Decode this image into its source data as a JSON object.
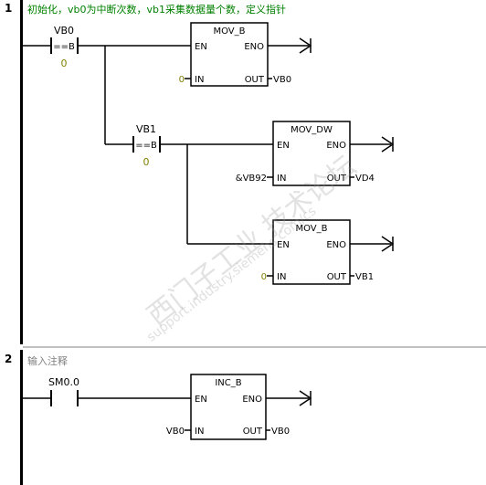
{
  "colors": {
    "comment_green": "#008000",
    "comment_gray": "#808080",
    "param_green": "#808000",
    "separator": "#c0c0c0"
  },
  "networks": [
    {
      "number": "1",
      "comment": "初始化，vb0为中断次数，vb1采集数据量个数，定义指针",
      "contacts": [
        {
          "operand": "VB0",
          "op": "==B",
          "param": "0"
        },
        {
          "operand": "VB1",
          "op": "==B",
          "param": "0"
        }
      ],
      "boxes": [
        {
          "title": "MOV_B",
          "en": "EN",
          "eno": "ENO",
          "in_label": "IN",
          "out_label": "OUT",
          "in_value": "0",
          "out_value": "VB0"
        },
        {
          "title": "MOV_DW",
          "en": "EN",
          "eno": "ENO",
          "in_label": "IN",
          "out_label": "OUT",
          "in_value": "&VB92",
          "out_value": "VD4"
        },
        {
          "title": "MOV_B",
          "en": "EN",
          "eno": "ENO",
          "in_label": "IN",
          "out_label": "OUT",
          "in_value": "0",
          "out_value": "VB1"
        }
      ]
    },
    {
      "number": "2",
      "comment": "输入注释",
      "contacts": [
        {
          "operand": "SM0.0"
        }
      ],
      "boxes": [
        {
          "title": "INC_B",
          "en": "EN",
          "eno": "ENO",
          "in_label": "IN",
          "out_label": "OUT",
          "in_value": "VB0",
          "out_value": "VB0"
        }
      ]
    }
  ],
  "watermark": {
    "main": "西门子工业 技术论坛",
    "sub": "support.industry.siemens.com/cs"
  },
  "icons": [
    "coil-arrow-icon"
  ]
}
